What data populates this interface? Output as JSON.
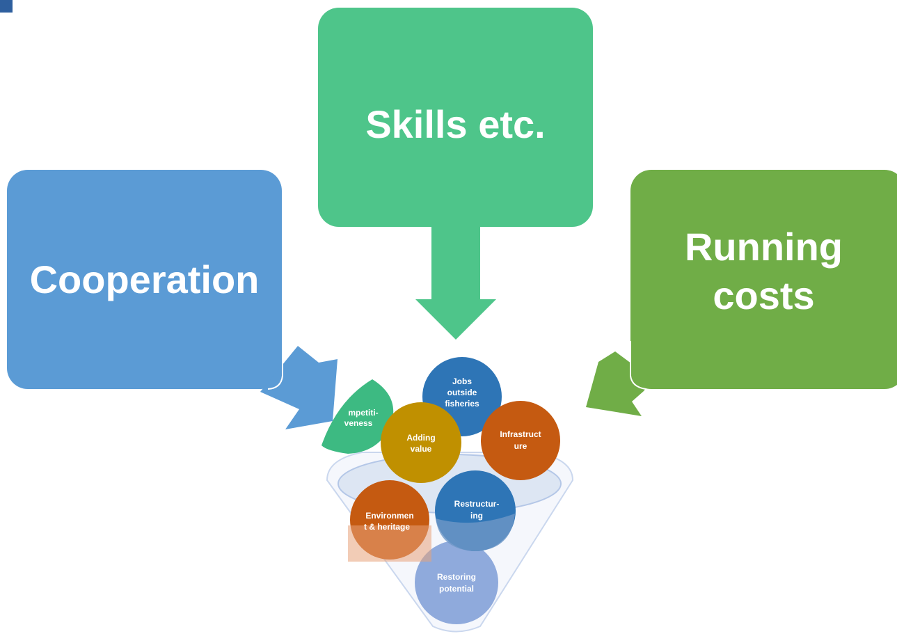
{
  "boxes": {
    "skills": "Skills etc.",
    "cooperation": "Cooperation",
    "running_costs_line1": "Running",
    "running_costs_line2": "costs"
  },
  "funnel_circles": [
    {
      "line1": "Jobs",
      "line2": "outside",
      "line3": "fisheries",
      "color": "#2e75b6"
    },
    {
      "line1": "mpetiti-",
      "line2": "veness",
      "color": "#3dba82"
    },
    {
      "line1": "Adding",
      "line2": "value",
      "color": "#c09000"
    },
    {
      "line1": "Infrastruct",
      "line2": "ure",
      "color": "#c55a11"
    },
    {
      "line1": "Restructur-",
      "line2": "ing",
      "color": "#2e75b6"
    },
    {
      "line1": "Environmen",
      "line2": "t & heritage",
      "color": "#c55a11"
    },
    {
      "line1": "Restoring",
      "line2": "potential",
      "color": "#8faadc"
    }
  ],
  "colors": {
    "skills": "#4ec58a",
    "cooperation": "#5b9bd5",
    "running_costs": "#70ad47",
    "funnel_outline": "#b4c7e7"
  }
}
